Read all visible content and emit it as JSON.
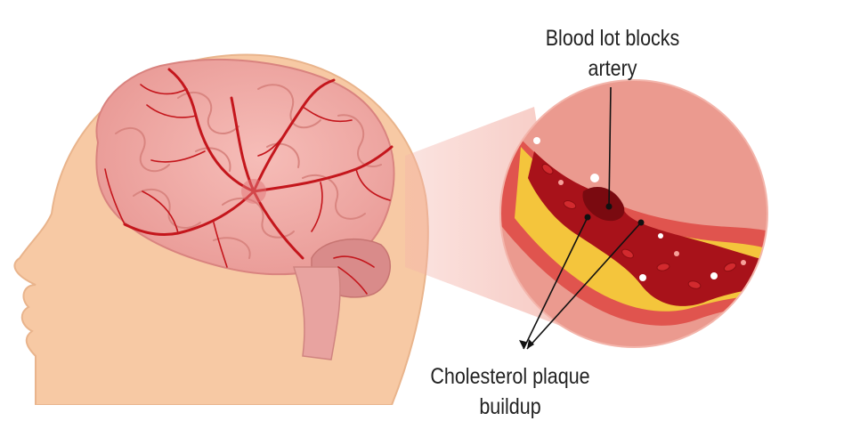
{
  "labels": {
    "clot": {
      "line1": "Blood lot blocks",
      "line2": "artery"
    },
    "plaque": {
      "line1": "Cholesterol plaque",
      "line2": "buildup"
    }
  },
  "colors": {
    "skin": "#f7c9a4",
    "skin_outline": "#e9b48c",
    "brain": "#f0a9a4",
    "brain_shadow": "#e0888a",
    "vessel": "#c4161c",
    "zoom_bg": "#eb9a8f",
    "blood": "#a8121a",
    "plaque": "#f4c53c",
    "vessel_wall": "#e0544e"
  },
  "icons": [
    "head-silhouette",
    "brain",
    "artery-cross-section",
    "magnifier-circle"
  ]
}
